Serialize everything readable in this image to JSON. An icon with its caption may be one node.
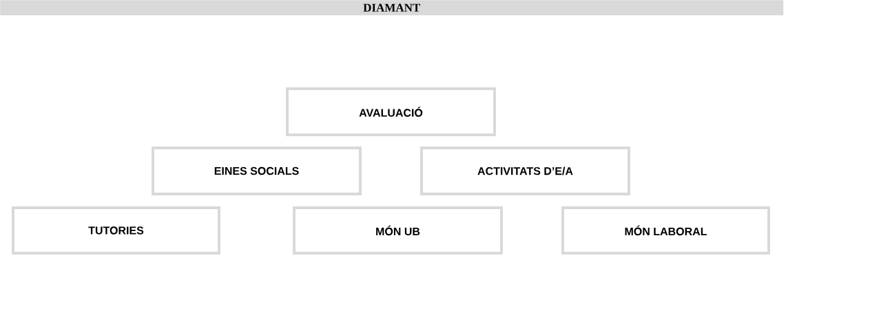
{
  "diagram": {
    "title": "DIAMANT",
    "nodes": [
      {
        "text": [
          "AVALUACIÓ"
        ]
      },
      {
        "text": [
          "EINES SOCIALS"
        ]
      },
      {
        "text": [
          "ACTIVITATS D’E/A"
        ]
      },
      {
        "text": [
          "TUTORIES"
        ]
      },
      {
        "text": [
          "MÓN UB"
        ]
      },
      {
        "text": [
          "MÓN LABORAL"
        ]
      }
    ]
  }
}
